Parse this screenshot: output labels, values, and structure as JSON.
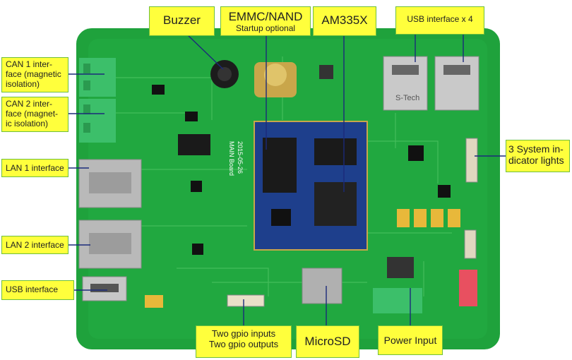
{
  "labels": {
    "buzzer": "Buzzer",
    "emmc_title": "EMMC/NAND",
    "emmc_sub": "Startup optional",
    "am335x": "AM335X",
    "usb4": "USB interface x 4",
    "can1_l1": "CAN 1 inter-",
    "can1_l2": "face (magnetic",
    "can1_l3": "isolation)",
    "can2_l1": "CAN 2 inter-",
    "can2_l2": "face (magnet-",
    "can2_l3": "ic isolation)",
    "lan1": "LAN 1 interface",
    "lan2": "LAN 2 interface",
    "usb": "USB interface",
    "sys_l1": "3 System in-",
    "sys_l2": "dicator lights",
    "gpio_l1": "Two gpio inputs",
    "gpio_l2": "Two gpio outputs",
    "microsd": "MicroSD",
    "power": "Power Input"
  },
  "board_text": {
    "board_name": "MAIN Board",
    "board_date": "2015-05-26",
    "usb_brand": "S-Tech"
  },
  "colors": {
    "pcb": "#1fa23c",
    "som": "#1e3f8c",
    "label_bg": "#ffff3c",
    "label_border": "#6fbf3c",
    "connector_green": "#3cbf6a"
  }
}
